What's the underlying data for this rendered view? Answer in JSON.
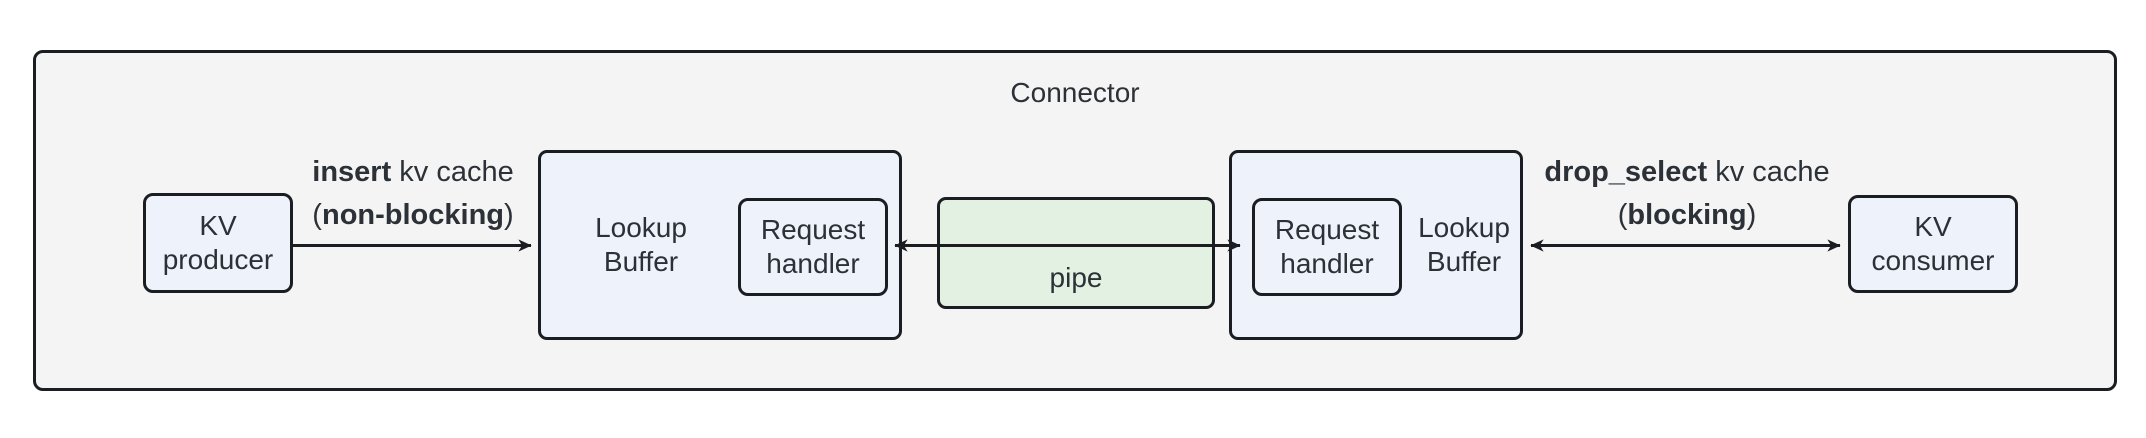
{
  "title": "Connector",
  "nodes": {
    "kv_producer": {
      "label": "KV\nproducer"
    },
    "lookup_buffer_left": {
      "label": "Lookup\nBuffer"
    },
    "request_handler_left": {
      "label": "Request\nhandler"
    },
    "pipe": {
      "label": "pipe"
    },
    "request_handler_right": {
      "label": "Request\nhandler"
    },
    "lookup_buffer_right": {
      "label": "Lookup\nBuffer"
    },
    "kv_consumer": {
      "label": "KV\nconsumer"
    }
  },
  "edges": {
    "insert": {
      "op": "insert",
      "suffix": " kv cache",
      "paren_open": "(",
      "mode": "non-blocking",
      "paren_close": ")"
    },
    "drop_select": {
      "op": "drop_select",
      "suffix": " kv cache",
      "paren_open": "(",
      "mode": "blocking",
      "paren_close": ")"
    }
  },
  "colors": {
    "node_fill": "#eef2fb",
    "pipe_fill": "#e3f1e3",
    "container_fill": "#f4f4f4",
    "stroke": "#1a1d21",
    "text": "#2b3137",
    "page_bg": "#ffffff"
  }
}
